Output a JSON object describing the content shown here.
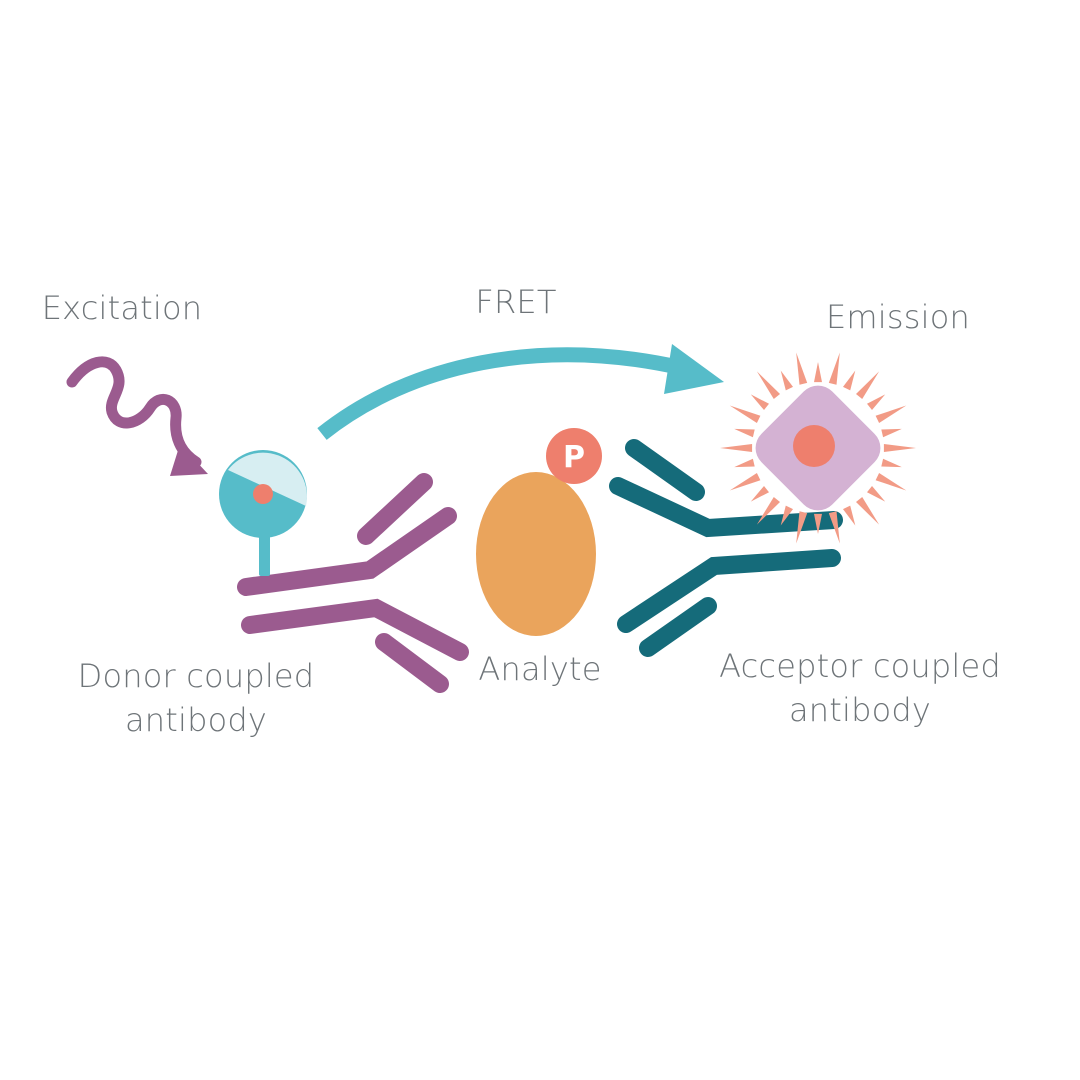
{
  "labels": {
    "excitation": "Excitation",
    "fret": "FRET",
    "emission": "Emission",
    "donor_line1": "Donor coupled",
    "donor_line2": "antibody",
    "analyte": "Analyte",
    "acceptor_line1": "Acceptor coupled",
    "acceptor_line2": "antibody",
    "phospho_badge": "P"
  },
  "colors": {
    "background": "#ffffff",
    "text": "#6e7478",
    "donor_antibody": "#9b5b8f",
    "acceptor_antibody": "#156b7a",
    "fret_arrow": "#56bcc9",
    "excitation_wave": "#9b5b8f",
    "analyte": "#eaa45c",
    "phospho": "#ee7f6d",
    "acceptor_body": "#d4b2d3",
    "acceptor_core": "#ee7f6d",
    "emission_rays": "#f29b86",
    "donor_fluorophore": "#56bcc9",
    "donor_fluorophore_light": "#d7eef2"
  },
  "icons": {
    "excitation": "wavy-arrow-icon",
    "fret": "curved-arrow-icon",
    "emission": "starburst-icon"
  }
}
